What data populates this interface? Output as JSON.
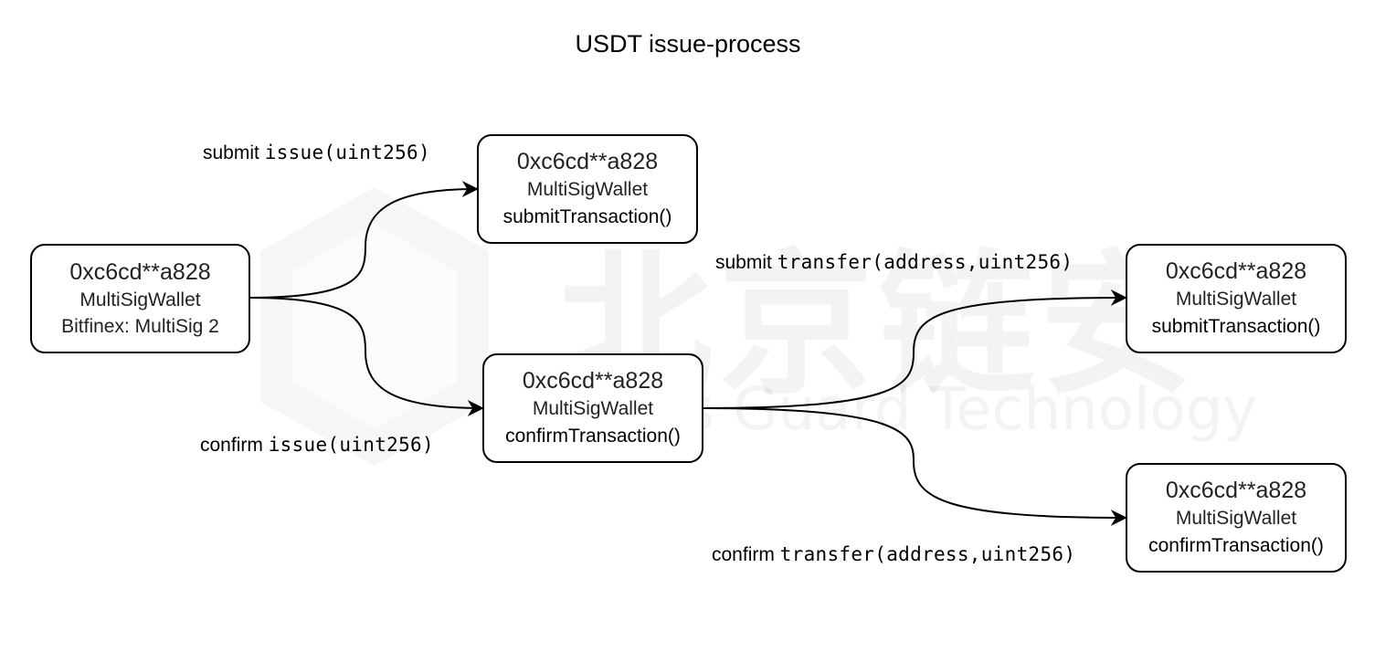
{
  "title": "USDT issue-process",
  "watermark": {
    "chinese": "北京链安",
    "english": "ns Guard Technology"
  },
  "nodes": {
    "source": {
      "address": "0xc6cd**a828",
      "type": "MultiSigWallet",
      "extra": "Bitfinex: MultiSig 2"
    },
    "submit_issue": {
      "address": "0xc6cd**a828",
      "type": "MultiSigWallet",
      "method": "submitTransaction()"
    },
    "confirm_issue": {
      "address": "0xc6cd**a828",
      "type": "MultiSigWallet",
      "method": "confirmTransaction()"
    },
    "submit_transfer": {
      "address": "0xc6cd**a828",
      "type": "MultiSigWallet",
      "method": "submitTransaction()"
    },
    "confirm_transfer": {
      "address": "0xc6cd**a828",
      "type": "MultiSigWallet",
      "method": "confirmTransaction()"
    }
  },
  "edges": {
    "submit_issue": {
      "verb": "submit",
      "call": "issue(uint256)"
    },
    "confirm_issue": {
      "verb": "confirm",
      "call": "issue(uint256)"
    },
    "submit_transfer": {
      "verb": "submit",
      "call": "transfer(address,uint256)"
    },
    "confirm_transfer": {
      "verb": "confirm",
      "call": "transfer(address,uint256)"
    }
  }
}
